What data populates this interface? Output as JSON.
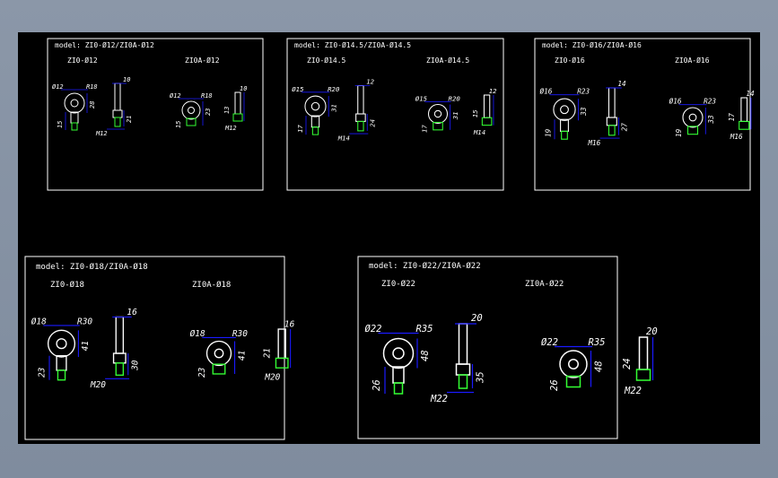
{
  "colors": {
    "background": "#000000",
    "frame": "#ffffff",
    "dimension": "#1a1aff",
    "part": "#ffffff",
    "thread": "#33ff33",
    "canvas_border": "#8592a3"
  },
  "drawings": [
    {
      "title": "model: ZI0-Ø12/ZI0A-Ø12",
      "left_label": "ZI0-Ø12",
      "right_label": "ZI0A-Ø12",
      "dims": {
        "dia": "Ø12",
        "r": "R18",
        "ring_h": "28",
        "neck": "15",
        "stud_w": "10",
        "stud_h": "21",
        "thread": "M12",
        "right_ring_h": "23",
        "right_neck": "15",
        "right_stud_h": "13"
      }
    },
    {
      "title": "model: ZI0-Ø14.5/ZI0A-Ø14.5",
      "left_label": "ZI0-Ø14.5",
      "right_label": "ZI0A-Ø14.5",
      "dims": {
        "dia": "Ø15",
        "r": "R20",
        "ring_h": "31",
        "neck": "17",
        "stud_w": "12",
        "stud_h": "24",
        "thread": "M14",
        "right_ring_h": "31",
        "right_neck": "17",
        "right_stud_h": "15",
        "right_r": "R20"
      }
    },
    {
      "title": "model: ZI0-Ø16/ZI0A-Ø16",
      "left_label": "ZI0-Ø16",
      "right_label": "ZI0A-Ø16",
      "dims": {
        "dia": "Ø16",
        "r": "R23",
        "ring_h": "33",
        "neck": "19",
        "stud_w": "14",
        "stud_h": "27",
        "thread": "M16",
        "right_ring_h": "33",
        "right_neck": "19",
        "right_stud_h": "17"
      }
    },
    {
      "title": "model: ZI0-Ø18/ZI0A-Ø18",
      "left_label": "ZI0-Ø18",
      "right_label": "ZI0A-Ø18",
      "dims": {
        "dia": "Ø18",
        "r": "R30",
        "ring_h": "41",
        "neck": "23",
        "stud_w": "16",
        "stud_h": "30",
        "thread": "M20",
        "right_ring_h": "41",
        "right_neck": "23",
        "right_stud_h": "21"
      }
    },
    {
      "title": "model: ZI0-Ø22/ZI0A-Ø22",
      "left_label": "ZI0-Ø22",
      "right_label": "ZI0A-Ø22",
      "dims": {
        "dia": "Ø22",
        "r": "R35",
        "ring_h": "48",
        "neck": "26",
        "stud_w": "20",
        "stud_h": "35",
        "thread": "M22",
        "right_ring_h": "48",
        "right_neck": "26",
        "right_stud_h": "24"
      }
    }
  ]
}
